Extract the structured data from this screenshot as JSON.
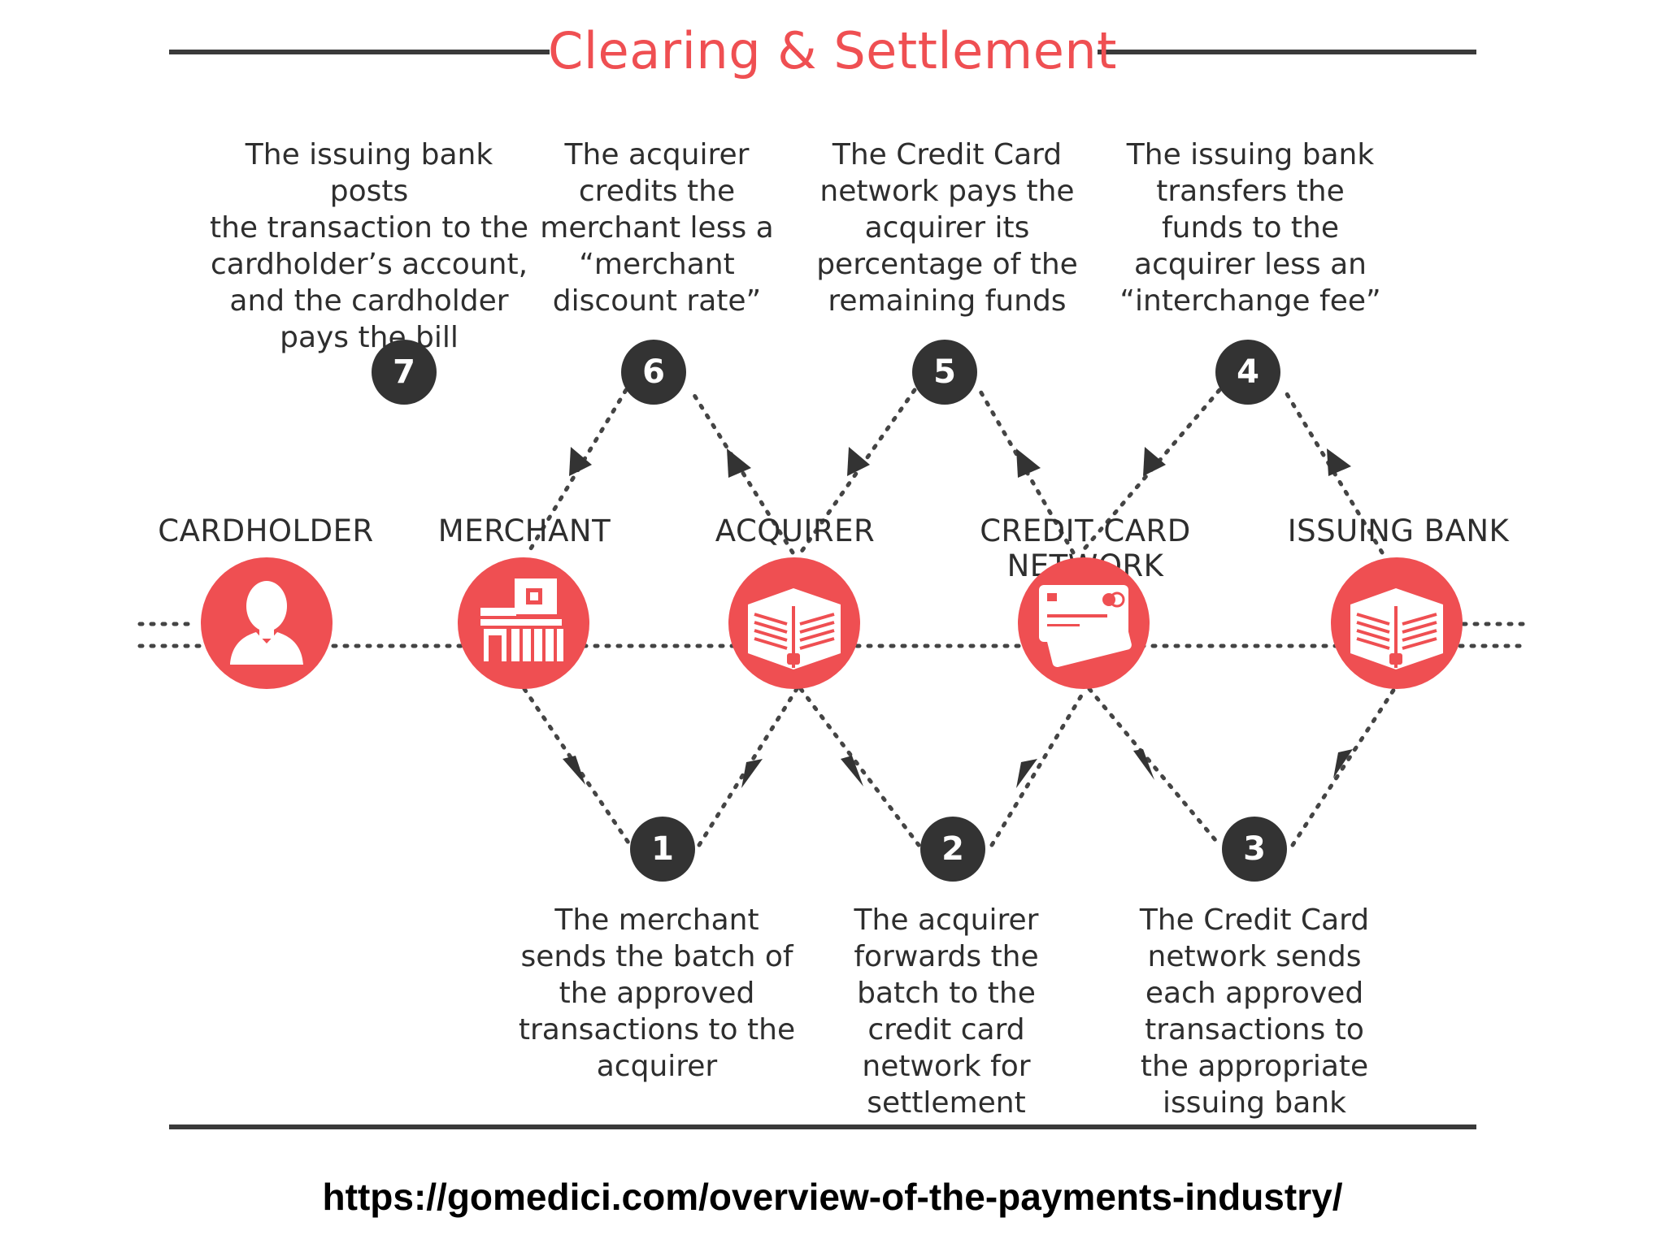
{
  "title": "Clearing & Settlement",
  "colors": {
    "accent": "#ef4f52",
    "dark": "#333333",
    "text": "#2e2e2e"
  },
  "entities": [
    {
      "label": "CARDHOLDER",
      "icon": "person-icon"
    },
    {
      "label": "MERCHANT",
      "icon": "store-icon"
    },
    {
      "label": "ACQUIRER",
      "icon": "bank-icon"
    },
    {
      "label": "CREDIT CARD NETWORK",
      "icon": "credit-card-icon"
    },
    {
      "label": "ISSUING BANK",
      "icon": "bank-icon"
    }
  ],
  "steps": [
    {
      "number": "1",
      "text": "The merchant\nsends the batch of\nthe approved\ntransactions to the\nacquirer"
    },
    {
      "number": "2",
      "text": "The acquirer\nforwards the\nbatch to the\ncredit card\nnetwork for\nsettlement"
    },
    {
      "number": "3",
      "text": "The Credit Card\nnetwork sends\neach approved\ntransactions to\nthe appropriate\nissuing bank"
    },
    {
      "number": "4",
      "text": "The issuing bank\ntransfers the\nfunds to the\nacquirer less an\n“interchange fee”"
    },
    {
      "number": "5",
      "text": "The Credit Card\nnetwork pays the\nacquirer its\npercentage of the\nremaining funds"
    },
    {
      "number": "6",
      "text": "The acquirer\ncredits the\nmerchant less a\n“merchant\ndiscount rate”"
    },
    {
      "number": "7",
      "text": "The issuing bank posts\nthe transaction to the\ncardholder’s account,\nand the cardholder\npays the bill"
    }
  ],
  "source_url": "https://gomedici.com/overview-of-the-payments-industry/"
}
